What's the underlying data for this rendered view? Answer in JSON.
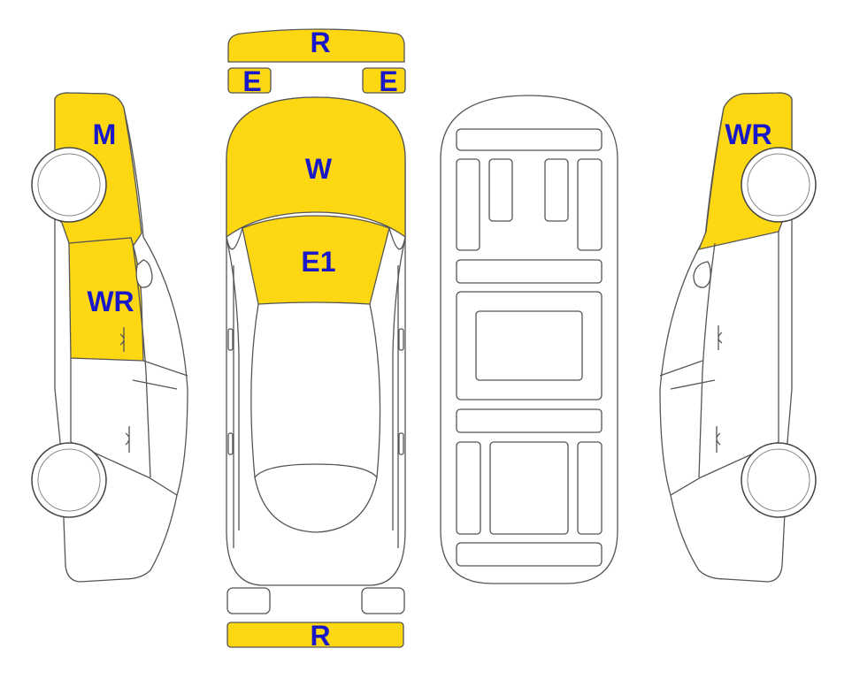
{
  "colors": {
    "highlight": "#FCD712",
    "outline": "#555555",
    "body": "#FFFFFF",
    "label": "#1818C8",
    "wheel_stroke": "#444444"
  },
  "labels": {
    "top_bumper": "R",
    "mirror_left": "E",
    "mirror_right": "E",
    "hood": "W",
    "windshield": "E1",
    "rear_bumper": "R",
    "left_front_fender": "M",
    "left_front_door": "WR",
    "right_front_fender": "WR"
  },
  "highlighted_parts": [
    "top_bumper",
    "mirror_left",
    "mirror_right",
    "hood",
    "windshield",
    "rear_bumper",
    "left_front_fender",
    "left_front_door",
    "right_front_fender"
  ]
}
